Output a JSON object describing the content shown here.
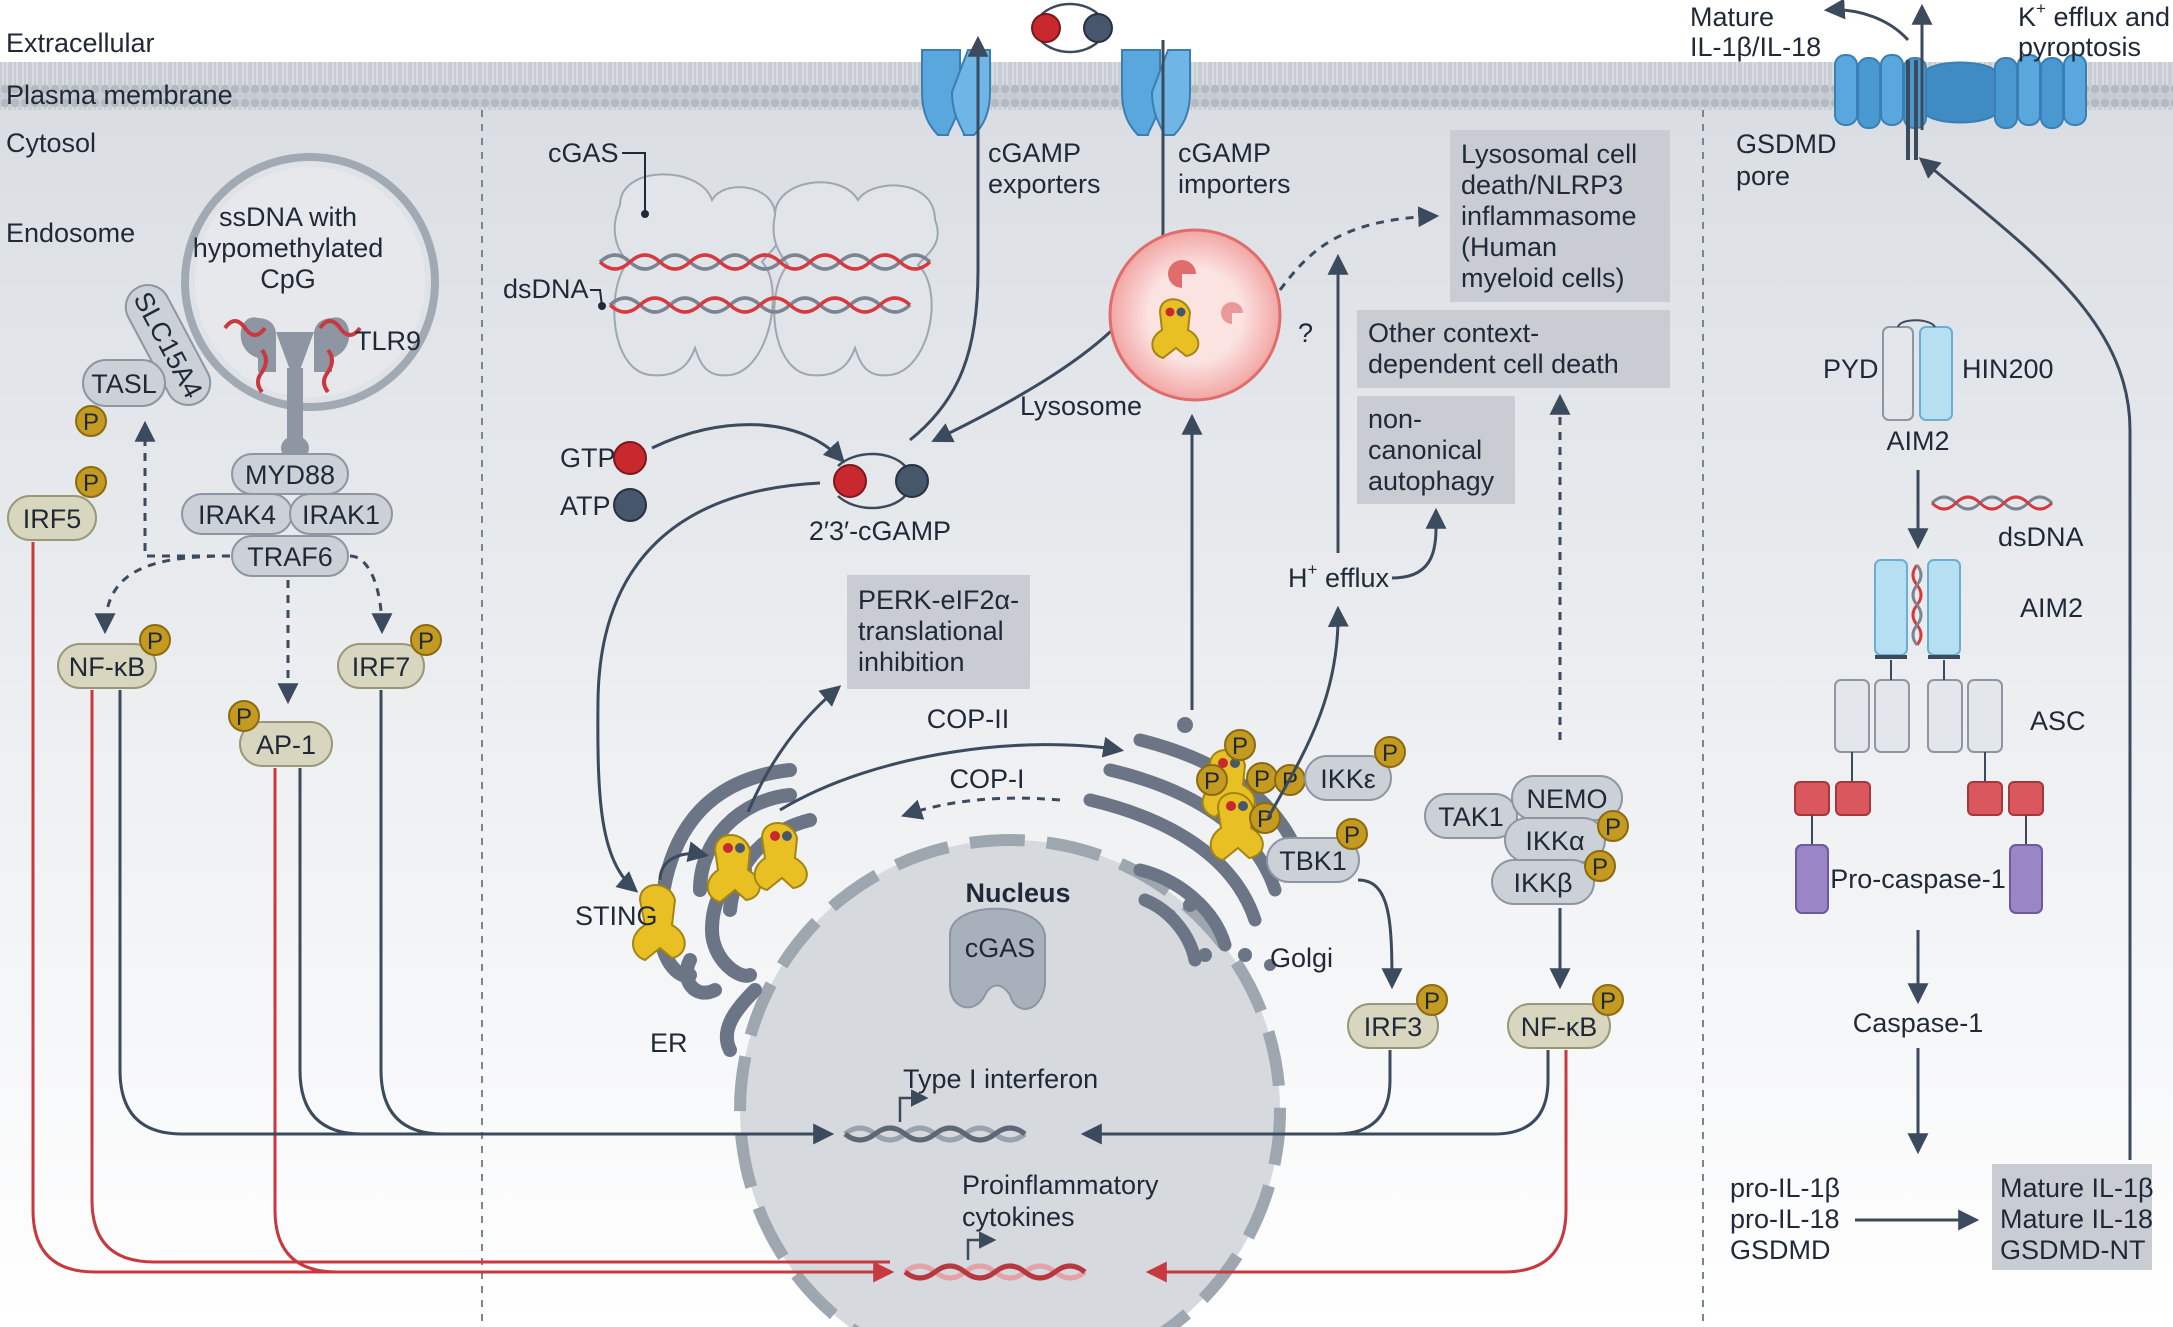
{
  "regions": {
    "extracellular": "Extracellular",
    "plasma_membrane": "Plasma membrane",
    "cytosol": "Cytosol",
    "endosome": "Endosome"
  },
  "tlr9_panel": {
    "endosome_cargo": [
      "ssDNA with",
      "hypomethylated",
      "CpG"
    ],
    "tlr9": "TLR9",
    "slc15a4": "SLC15A4",
    "tasl": "TASL",
    "myd88": "MYD88",
    "irak4": "IRAK4",
    "irak1": "IRAK1",
    "traf6": "TRAF6",
    "irf5": "IRF5",
    "nfkb": "NF-κB",
    "ap1": "AP-1",
    "irf7": "IRF7"
  },
  "phospho": "P",
  "sting_panel": {
    "cgas": "cGAS",
    "dsdna": "dsDNA",
    "exporters": [
      "cGAMP",
      "exporters"
    ],
    "importers": [
      "cGAMP",
      "importers"
    ],
    "gtp": "GTP",
    "atp": "ATP",
    "cgamp": "2′3′-cGAMP",
    "perk": [
      "PERK-eIF2α-",
      "translational",
      "inhibition"
    ],
    "cop2": "COP-II",
    "cop1": "COP-I",
    "sting": "STING",
    "er": "ER",
    "nucleus": "Nucleus",
    "nuclear_cgas": "cGAS",
    "golgi": "Golgi",
    "lysosome": "Lysosome",
    "question": "?",
    "lysosomal_death": [
      "Lysosomal cell",
      "death/NLRP3",
      "inflammasome",
      "(Human",
      "myeloid cells)"
    ],
    "other_death": [
      "Other context-",
      "dependent cell death"
    ],
    "autophagy": [
      "non-",
      "canonical",
      "autophagy"
    ],
    "h_efflux": "H",
    "h_sup": "+",
    "h_efflux_rest": " efflux",
    "ikke": "IKKε",
    "tbk1": "TBK1",
    "tak1": "TAK1",
    "nemo": "NEMO",
    "ikka": "IKKα",
    "ikkb": "IKKβ",
    "irf3": "IRF3",
    "nfkb": "NF-κB",
    "type1_ifn": "Type I interferon",
    "proinflammatory": [
      "Proinflammatory",
      "cytokines"
    ]
  },
  "aim2_panel": {
    "mature_out": [
      "Mature",
      "IL-1β/IL-18"
    ],
    "k_efflux_k": "K",
    "k_efflux_sup": "+",
    "k_efflux_rest": " efflux and",
    "pyroptosis": "pyroptosis",
    "gsdmd_pore": [
      "GSDMD",
      "pore"
    ],
    "pyd": "PYD",
    "hin200": "HIN200",
    "aim2_top": "AIM2",
    "dsdna": "dsDNA",
    "aim2": "AIM2",
    "asc": "ASC",
    "procaspase": "Pro-caspase-1",
    "caspase": "Caspase-1",
    "substrates": [
      "pro-IL-1β",
      "pro-IL-18",
      "GSDMD"
    ],
    "products": [
      "Mature IL-1β",
      "Mature IL-18",
      "GSDMD-NT"
    ]
  },
  "colors": {
    "cytosol_top": "#dde1e6",
    "membrane": "#c9ced4",
    "nucleus": "#d7dade",
    "protein_box": "#ccd1d8",
    "protein_stroke": "#8d96a2",
    "tf_fill": "#d8d6bf",
    "phospho_fill": "#c49a20",
    "sting_yellow": "#e8c024",
    "channel_blue": "#5aa7dd",
    "dark_arrow": "#3c4a5e",
    "red_arrow": "#c8393f",
    "lysosome_red": "#f2a6a4",
    "caspase_red": "#d9575d",
    "caspase_purple": "#9a85c6",
    "aim2_blue": "#b7dff2",
    "info_box": "#c9cdd3"
  }
}
